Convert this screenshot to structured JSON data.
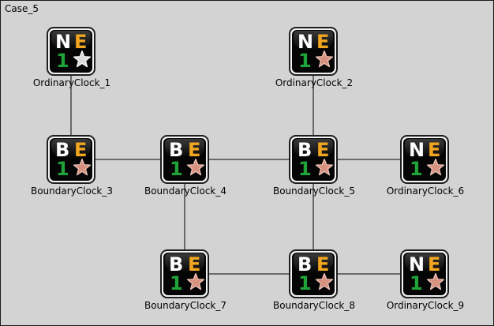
{
  "case_title": "Case_5",
  "colors": {
    "background": "#d3d3d3",
    "link": "#000000",
    "letter_top_left": "#ffffff",
    "letter_top_right": "#f2a51f",
    "digit": "#20a43a",
    "star_silver": "#dcdcdc",
    "star_bronze": "#d8917e"
  },
  "nodes": [
    {
      "id": "oc1",
      "label": "OrdinaryClock_1",
      "kind": "N",
      "letter": "E",
      "digit": "1",
      "star": "silver-star-icon"
    },
    {
      "id": "oc2",
      "label": "OrdinaryClock_2",
      "kind": "N",
      "letter": "E",
      "digit": "1",
      "star": "bronze-star-icon"
    },
    {
      "id": "bc3",
      "label": "BoundaryClock_3",
      "kind": "B",
      "letter": "E",
      "digit": "1",
      "star": "bronze-star-icon"
    },
    {
      "id": "bc4",
      "label": "BoundaryClock_4",
      "kind": "B",
      "letter": "E",
      "digit": "1",
      "star": "bronze-star-icon"
    },
    {
      "id": "bc5",
      "label": "BoundaryClock_5",
      "kind": "B",
      "letter": "E",
      "digit": "1",
      "star": "bronze-star-icon"
    },
    {
      "id": "oc6",
      "label": "OrdinaryClock_6",
      "kind": "N",
      "letter": "E",
      "digit": "1",
      "star": "bronze-star-icon"
    },
    {
      "id": "bc7",
      "label": "BoundaryClock_7",
      "kind": "B",
      "letter": "E",
      "digit": "1",
      "star": "bronze-star-icon"
    },
    {
      "id": "bc8",
      "label": "BoundaryClock_8",
      "kind": "B",
      "letter": "E",
      "digit": "1",
      "star": "bronze-star-icon"
    },
    {
      "id": "oc9",
      "label": "OrdinaryClock_9",
      "kind": "N",
      "letter": "E",
      "digit": "1",
      "star": "bronze-star-icon"
    }
  ],
  "links": [
    [
      "oc1",
      "bc3"
    ],
    [
      "bc3",
      "bc4"
    ],
    [
      "bc4",
      "bc5"
    ],
    [
      "bc5",
      "oc6"
    ],
    [
      "oc2",
      "bc5"
    ],
    [
      "bc4",
      "bc7"
    ],
    [
      "bc5",
      "bc8"
    ],
    [
      "bc7",
      "bc8"
    ],
    [
      "bc8",
      "oc9"
    ]
  ]
}
